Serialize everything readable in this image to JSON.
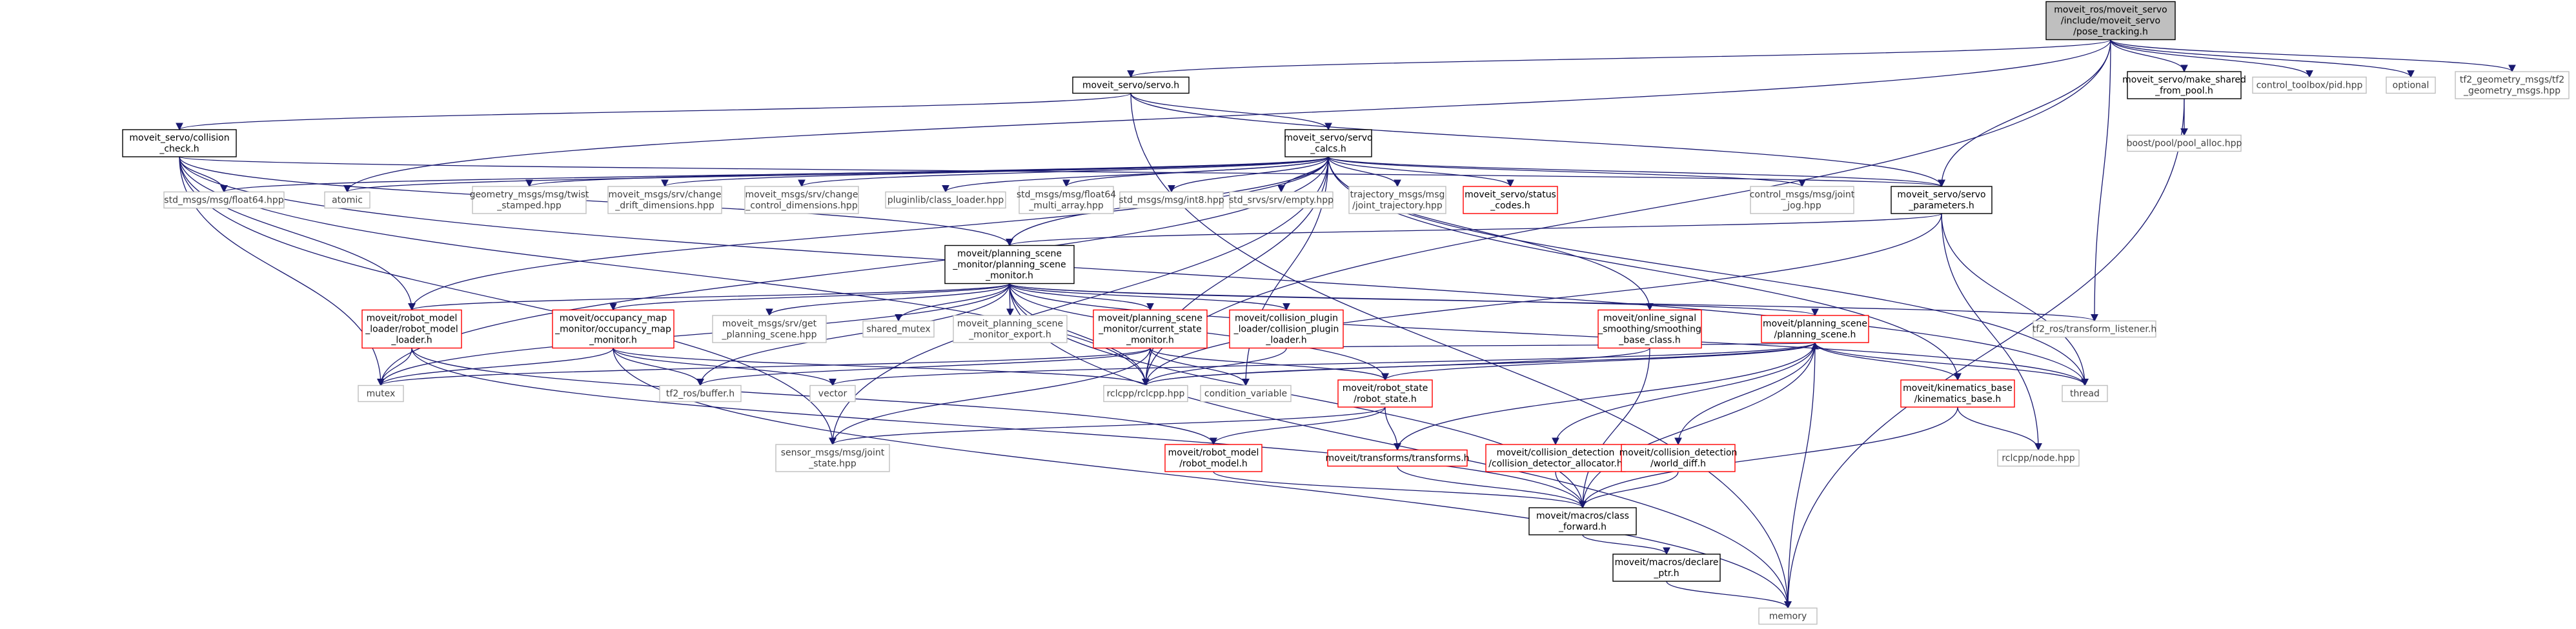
{
  "nodes": [
    {
      "id": "pose_tracking",
      "lines": [
        "moveit_ros/moveit_servo",
        "/include/moveit_servo",
        "/pose_tracking.h"
      ],
      "style": "root"
    },
    {
      "id": "servo",
      "lines": [
        "moveit_servo/servo.h"
      ],
      "style": "doc"
    },
    {
      "id": "make_shared",
      "lines": [
        "moveit_servo/make_shared",
        "_from_pool.h"
      ],
      "style": "doc"
    },
    {
      "id": "control_toolbox",
      "lines": [
        "control_toolbox/pid.hpp"
      ],
      "style": "plain"
    },
    {
      "id": "optional",
      "lines": [
        "optional"
      ],
      "style": "plain"
    },
    {
      "id": "tf2_geom",
      "lines": [
        "tf2_geometry_msgs/tf2",
        "_geometry_msgs.hpp"
      ],
      "style": "plain"
    },
    {
      "id": "collision_check",
      "lines": [
        "moveit_servo/collision",
        "_check.h"
      ],
      "style": "doc"
    },
    {
      "id": "servo_calcs",
      "lines": [
        "moveit_servo/servo",
        "_calcs.h"
      ],
      "style": "doc"
    },
    {
      "id": "boost_pool",
      "lines": [
        "boost/pool/pool_alloc.hpp"
      ],
      "style": "plain"
    },
    {
      "id": "float64",
      "lines": [
        "std_msgs/msg/float64.hpp"
      ],
      "style": "plain"
    },
    {
      "id": "atomic",
      "lines": [
        "atomic"
      ],
      "style": "plain"
    },
    {
      "id": "twist",
      "lines": [
        "geometry_msgs/msg/twist",
        "_stamped.hpp"
      ],
      "style": "plain"
    },
    {
      "id": "change_drift",
      "lines": [
        "moveit_msgs/srv/change",
        "_drift_dimensions.hpp"
      ],
      "style": "plain"
    },
    {
      "id": "change_control",
      "lines": [
        "moveit_msgs/srv/change",
        "_control_dimensions.hpp"
      ],
      "style": "plain"
    },
    {
      "id": "pluginlib",
      "lines": [
        "pluginlib/class_loader.hpp"
      ],
      "style": "plain"
    },
    {
      "id": "float64_multi",
      "lines": [
        "std_msgs/msg/float64",
        "_multi_array.hpp"
      ],
      "style": "plain"
    },
    {
      "id": "int8",
      "lines": [
        "std_msgs/msg/int8.hpp"
      ],
      "style": "plain"
    },
    {
      "id": "empty",
      "lines": [
        "std_srvs/srv/empty.hpp"
      ],
      "style": "plain"
    },
    {
      "id": "trajectory",
      "lines": [
        "trajectory_msgs/msg",
        "/joint_trajectory.hpp"
      ],
      "style": "plain"
    },
    {
      "id": "status_codes",
      "lines": [
        "moveit_servo/status",
        "_codes.h"
      ],
      "style": "red"
    },
    {
      "id": "joint_jog",
      "lines": [
        "control_msgs/msg/joint",
        "_jog.hpp"
      ],
      "style": "plain"
    },
    {
      "id": "servo_params",
      "lines": [
        "moveit_servo/servo",
        "_parameters.h"
      ],
      "style": "doc"
    },
    {
      "id": "psm",
      "lines": [
        "moveit/planning_scene",
        "_monitor/planning_scene",
        "_monitor.h"
      ],
      "style": "doc"
    },
    {
      "id": "robot_model_loader",
      "lines": [
        "moveit/robot_model",
        "_loader/robot_model",
        "_loader.h"
      ],
      "style": "red"
    },
    {
      "id": "occupancy",
      "lines": [
        "moveit/occupancy_map",
        "_monitor/occupancy_map",
        "_monitor.h"
      ],
      "style": "red"
    },
    {
      "id": "get_planning_scene",
      "lines": [
        "moveit_msgs/srv/get",
        "_planning_scene.hpp"
      ],
      "style": "plain"
    },
    {
      "id": "shared_mutex",
      "lines": [
        "shared_mutex"
      ],
      "style": "plain"
    },
    {
      "id": "psm_export",
      "lines": [
        "moveit_planning_scene",
        "_monitor_export.h"
      ],
      "style": "plain"
    },
    {
      "id": "current_state",
      "lines": [
        "moveit/planning_scene",
        "_monitor/current_state",
        "_monitor.h"
      ],
      "style": "red"
    },
    {
      "id": "collision_plugin",
      "lines": [
        "moveit/collision_plugin",
        "_loader/collision_plugin",
        "_loader.h"
      ],
      "style": "red"
    },
    {
      "id": "online_signal",
      "lines": [
        "moveit/online_signal",
        "_smoothing/smoothing",
        "_base_class.h"
      ],
      "style": "red"
    },
    {
      "id": "planning_scene",
      "lines": [
        "moveit/planning_scene",
        "/planning_scene.h"
      ],
      "style": "red"
    },
    {
      "id": "tf2_listener",
      "lines": [
        "tf2_ros/transform_listener.h"
      ],
      "style": "plain"
    },
    {
      "id": "mutex",
      "lines": [
        "mutex"
      ],
      "style": "plain"
    },
    {
      "id": "tf2_buffer",
      "lines": [
        "tf2_ros/buffer.h"
      ],
      "style": "plain"
    },
    {
      "id": "vector",
      "lines": [
        "vector"
      ],
      "style": "plain"
    },
    {
      "id": "rclcpp",
      "lines": [
        "rclcpp/rclcpp.hpp"
      ],
      "style": "plain"
    },
    {
      "id": "condition_variable",
      "lines": [
        "condition_variable"
      ],
      "style": "plain"
    },
    {
      "id": "robot_state",
      "lines": [
        "moveit/robot_state",
        "/robot_state.h"
      ],
      "style": "red"
    },
    {
      "id": "thread",
      "lines": [
        "thread"
      ],
      "style": "plain"
    },
    {
      "id": "kinematics_base",
      "lines": [
        "moveit/kinematics_base",
        "/kinematics_base.h"
      ],
      "style": "red"
    },
    {
      "id": "sensor_joint",
      "lines": [
        "sensor_msgs/msg/joint",
        "_state.hpp"
      ],
      "style": "plain"
    },
    {
      "id": "robot_model",
      "lines": [
        "moveit/robot_model",
        "/robot_model.h"
      ],
      "style": "red"
    },
    {
      "id": "transforms",
      "lines": [
        "moveit/transforms/transforms.h"
      ],
      "style": "red"
    },
    {
      "id": "collision_allocator",
      "lines": [
        "moveit/collision_detection",
        "/collision_detector_allocator.h"
      ],
      "style": "red"
    },
    {
      "id": "world_diff",
      "lines": [
        "moveit/collision_detection",
        "/world_diff.h"
      ],
      "style": "red"
    },
    {
      "id": "rclcpp_node",
      "lines": [
        "rclcpp/node.hpp"
      ],
      "style": "plain"
    },
    {
      "id": "class_forward",
      "lines": [
        "moveit/macros/class",
        "_forward.h"
      ],
      "style": "doc"
    },
    {
      "id": "declare_ptr",
      "lines": [
        "moveit/macros/declare",
        "_ptr.h"
      ],
      "style": "doc"
    },
    {
      "id": "memory",
      "lines": [
        "memory"
      ],
      "style": "plain"
    }
  ],
  "edges": [
    [
      "pose_tracking",
      "servo"
    ],
    [
      "pose_tracking",
      "make_shared"
    ],
    [
      "pose_tracking",
      "control_toolbox"
    ],
    [
      "pose_tracking",
      "optional"
    ],
    [
      "pose_tracking",
      "tf2_geom"
    ],
    [
      "pose_tracking",
      "atomic"
    ],
    [
      "pose_tracking",
      "servo_params"
    ],
    [
      "pose_tracking",
      "tf2_listener"
    ],
    [
      "pose_tracking",
      "rclcpp"
    ],
    [
      "servo",
      "collision_check"
    ],
    [
      "servo",
      "servo_calcs"
    ],
    [
      "servo",
      "servo_params"
    ],
    [
      "servo",
      "memory"
    ],
    [
      "make_shared",
      "boost_pool"
    ],
    [
      "make_shared",
      "memory"
    ],
    [
      "collision_check",
      "float64"
    ],
    [
      "collision_check",
      "servo_params"
    ],
    [
      "collision_check",
      "psm"
    ],
    [
      "collision_check",
      "robot_model_loader"
    ],
    [
      "collision_check",
      "mutex"
    ],
    [
      "collision_check",
      "rclcpp"
    ],
    [
      "collision_check",
      "sensor_joint"
    ],
    [
      "collision_check",
      "thread"
    ],
    [
      "servo_calcs",
      "float64"
    ],
    [
      "servo_calcs",
      "atomic"
    ],
    [
      "servo_calcs",
      "twist"
    ],
    [
      "servo_calcs",
      "change_drift"
    ],
    [
      "servo_calcs",
      "change_control"
    ],
    [
      "servo_calcs",
      "pluginlib"
    ],
    [
      "servo_calcs",
      "float64_multi"
    ],
    [
      "servo_calcs",
      "int8"
    ],
    [
      "servo_calcs",
      "empty"
    ],
    [
      "servo_calcs",
      "trajectory"
    ],
    [
      "servo_calcs",
      "status_codes"
    ],
    [
      "servo_calcs",
      "joint_jog"
    ],
    [
      "servo_calcs",
      "servo_params"
    ],
    [
      "servo_calcs",
      "psm"
    ],
    [
      "servo_calcs",
      "robot_model_loader"
    ],
    [
      "servo_calcs",
      "online_signal"
    ],
    [
      "servo_calcs",
      "mutex"
    ],
    [
      "servo_calcs",
      "rclcpp"
    ],
    [
      "servo_calcs",
      "thread"
    ],
    [
      "servo_calcs",
      "kinematics_base"
    ],
    [
      "servo_calcs",
      "sensor_joint"
    ],
    [
      "servo_calcs",
      "condition_variable"
    ],
    [
      "servo_params",
      "psm"
    ],
    [
      "servo_params",
      "rclcpp"
    ],
    [
      "servo_params",
      "thread"
    ],
    [
      "servo_params",
      "rclcpp_node"
    ],
    [
      "psm",
      "robot_model_loader"
    ],
    [
      "psm",
      "occupancy"
    ],
    [
      "psm",
      "get_planning_scene"
    ],
    [
      "psm",
      "shared_mutex"
    ],
    [
      "psm",
      "psm_export"
    ],
    [
      "psm",
      "current_state"
    ],
    [
      "psm",
      "collision_plugin"
    ],
    [
      "psm",
      "planning_scene"
    ],
    [
      "psm",
      "tf2_listener"
    ],
    [
      "psm",
      "mutex"
    ],
    [
      "psm",
      "tf2_buffer"
    ],
    [
      "psm",
      "rclcpp"
    ],
    [
      "psm",
      "thread"
    ],
    [
      "psm",
      "memory"
    ],
    [
      "psm",
      "class_forward"
    ],
    [
      "psm",
      "robot_state"
    ],
    [
      "robot_model_loader",
      "robot_model"
    ],
    [
      "robot_model_loader",
      "class_forward"
    ],
    [
      "robot_model_loader",
      "mutex"
    ],
    [
      "occupancy",
      "mutex"
    ],
    [
      "occupancy",
      "tf2_buffer"
    ],
    [
      "occupancy",
      "vector"
    ],
    [
      "occupancy",
      "rclcpp"
    ],
    [
      "occupancy",
      "memory"
    ],
    [
      "current_state",
      "robot_state"
    ],
    [
      "current_state",
      "rclcpp"
    ],
    [
      "current_state",
      "condition_variable"
    ],
    [
      "current_state",
      "sensor_joint"
    ],
    [
      "current_state",
      "tf2_buffer"
    ],
    [
      "current_state",
      "mutex"
    ],
    [
      "collision_plugin",
      "rclcpp"
    ],
    [
      "collision_plugin",
      "planning_scene"
    ],
    [
      "online_signal",
      "rclcpp"
    ],
    [
      "online_signal",
      "class_forward"
    ],
    [
      "planning_scene",
      "robot_state"
    ],
    [
      "planning_scene",
      "transforms"
    ],
    [
      "planning_scene",
      "collision_allocator"
    ],
    [
      "planning_scene",
      "world_diff"
    ],
    [
      "planning_scene",
      "kinematics_base"
    ],
    [
      "planning_scene",
      "class_forward"
    ],
    [
      "planning_scene",
      "thread"
    ],
    [
      "planning_scene",
      "memory"
    ],
    [
      "planning_scene",
      "vector"
    ],
    [
      "planning_scene",
      "rclcpp"
    ],
    [
      "robot_state",
      "robot_model"
    ],
    [
      "robot_state",
      "transforms"
    ],
    [
      "robot_state",
      "sensor_joint"
    ],
    [
      "robot_model",
      "class_forward"
    ],
    [
      "transforms",
      "class_forward"
    ],
    [
      "collision_allocator",
      "class_forward"
    ],
    [
      "world_diff",
      "class_forward"
    ],
    [
      "kinematics_base",
      "rclcpp_node"
    ],
    [
      "kinematics_base",
      "class_forward"
    ],
    [
      "class_forward",
      "declare_ptr"
    ],
    [
      "declare_ptr",
      "memory"
    ]
  ]
}
